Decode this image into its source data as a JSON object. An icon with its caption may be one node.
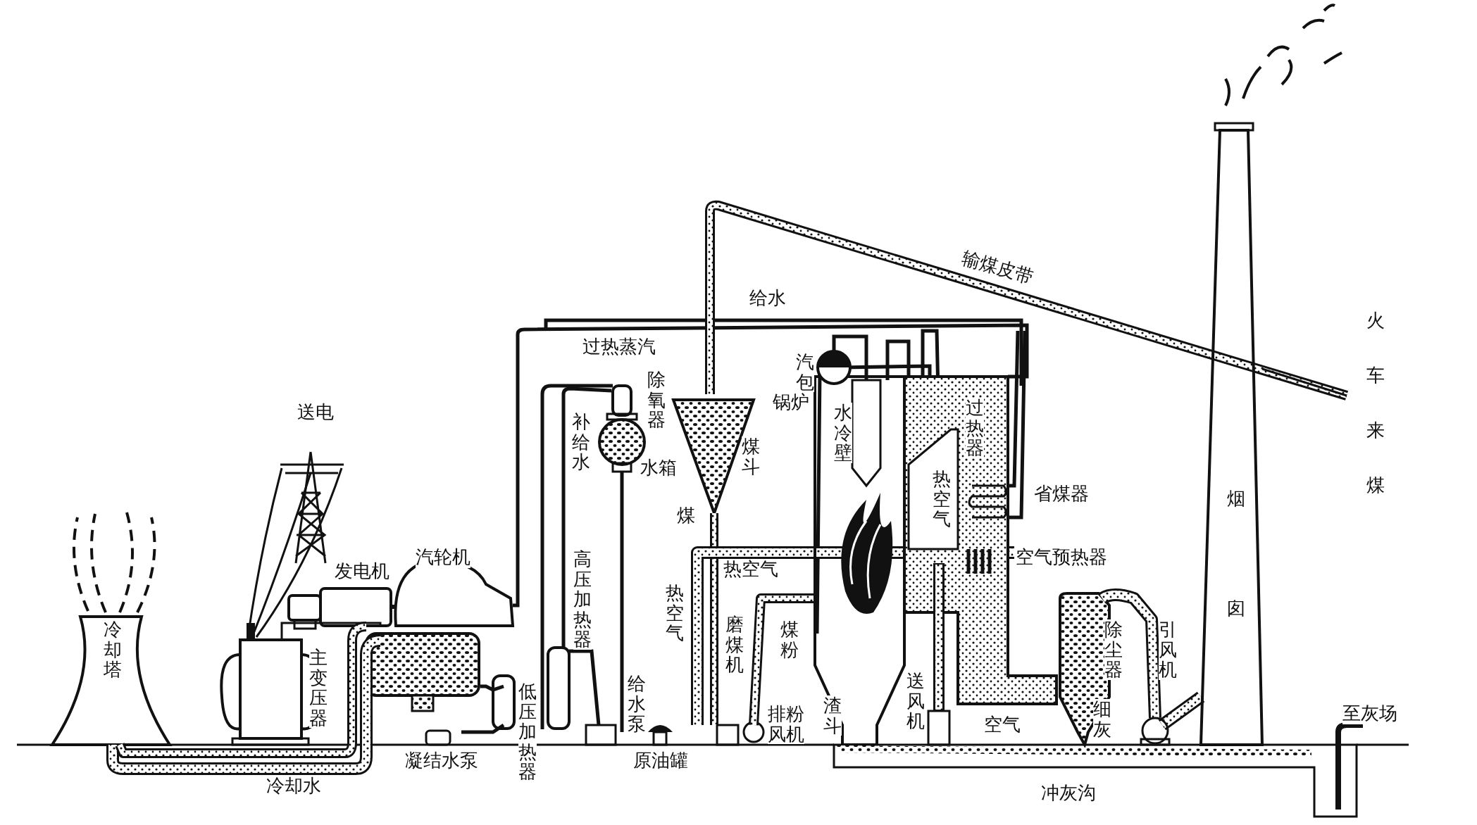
{
  "diagram": {
    "labels": [
      "输煤皮带",
      "给水",
      "火车来煤",
      "过热蒸汽",
      "汽包",
      "除氧器",
      "补给水",
      "锅炉",
      "水冷壁",
      "过热器",
      "送电",
      "煤斗",
      "水箱",
      "热空气",
      "省煤器",
      "烟囱",
      "煤",
      "汽轮机",
      "热空气",
      "空气预热器",
      "发电机",
      "高压加热器",
      "热空气",
      "冷却塔",
      "磨煤机",
      "煤粉",
      "除尘器",
      "引风机",
      "主变压器",
      "给水泵",
      "送风机",
      "排粉风机",
      "渣斗",
      "细灰",
      "空气",
      "至灰场",
      "低压加热器",
      "凝结水泵",
      "原油罐",
      "冷却水",
      "冲灰沟"
    ]
  }
}
